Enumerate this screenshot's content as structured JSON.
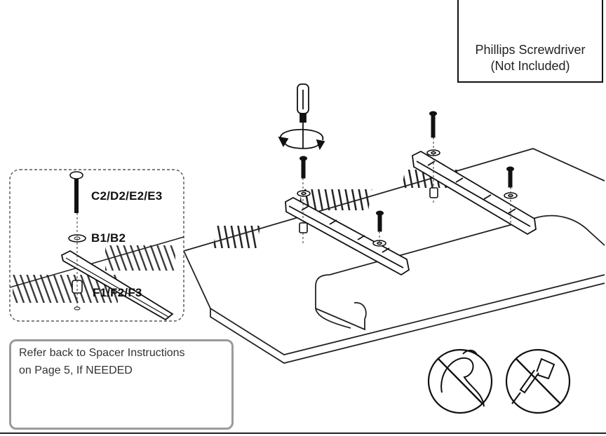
{
  "tool": {
    "name_line1": "Phillips Screwdriver",
    "name_line2": "(Not Included)",
    "icon": "phillips-screwdriver-icon"
  },
  "parts": {
    "screws": "C2/D2/E2/E3",
    "washers": "B1/B2",
    "spacers": "F1/F2/F3"
  },
  "reference": {
    "line1": "Refer back to Spacer Instructions",
    "line2": "on Page 5, If NEEDED"
  },
  "warnings": [
    "no-excessive-force-icon",
    "no-power-drill-icon"
  ],
  "colors": {
    "ink": "#111111",
    "callout_border": "#9a9a9a",
    "dashed_border": "#555555"
  }
}
